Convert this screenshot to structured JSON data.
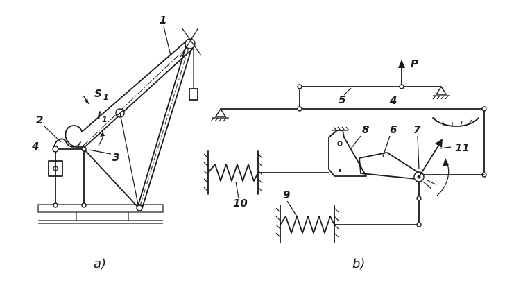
{
  "figure": {
    "panel_a": {
      "caption": "a)",
      "labels": {
        "n1": "1",
        "n2": "2",
        "n3": "3",
        "n4": "4",
        "s1": "S",
        "s1_sub": "1",
        "l1": "l",
        "l1_sub": "1"
      }
    },
    "panel_b": {
      "caption": "b)",
      "labels": {
        "p": "P",
        "n4": "4",
        "n5": "5",
        "n6": "6",
        "n7": "7",
        "n8": "8",
        "n9": "9",
        "n10": "10",
        "n11": "11"
      }
    }
  }
}
